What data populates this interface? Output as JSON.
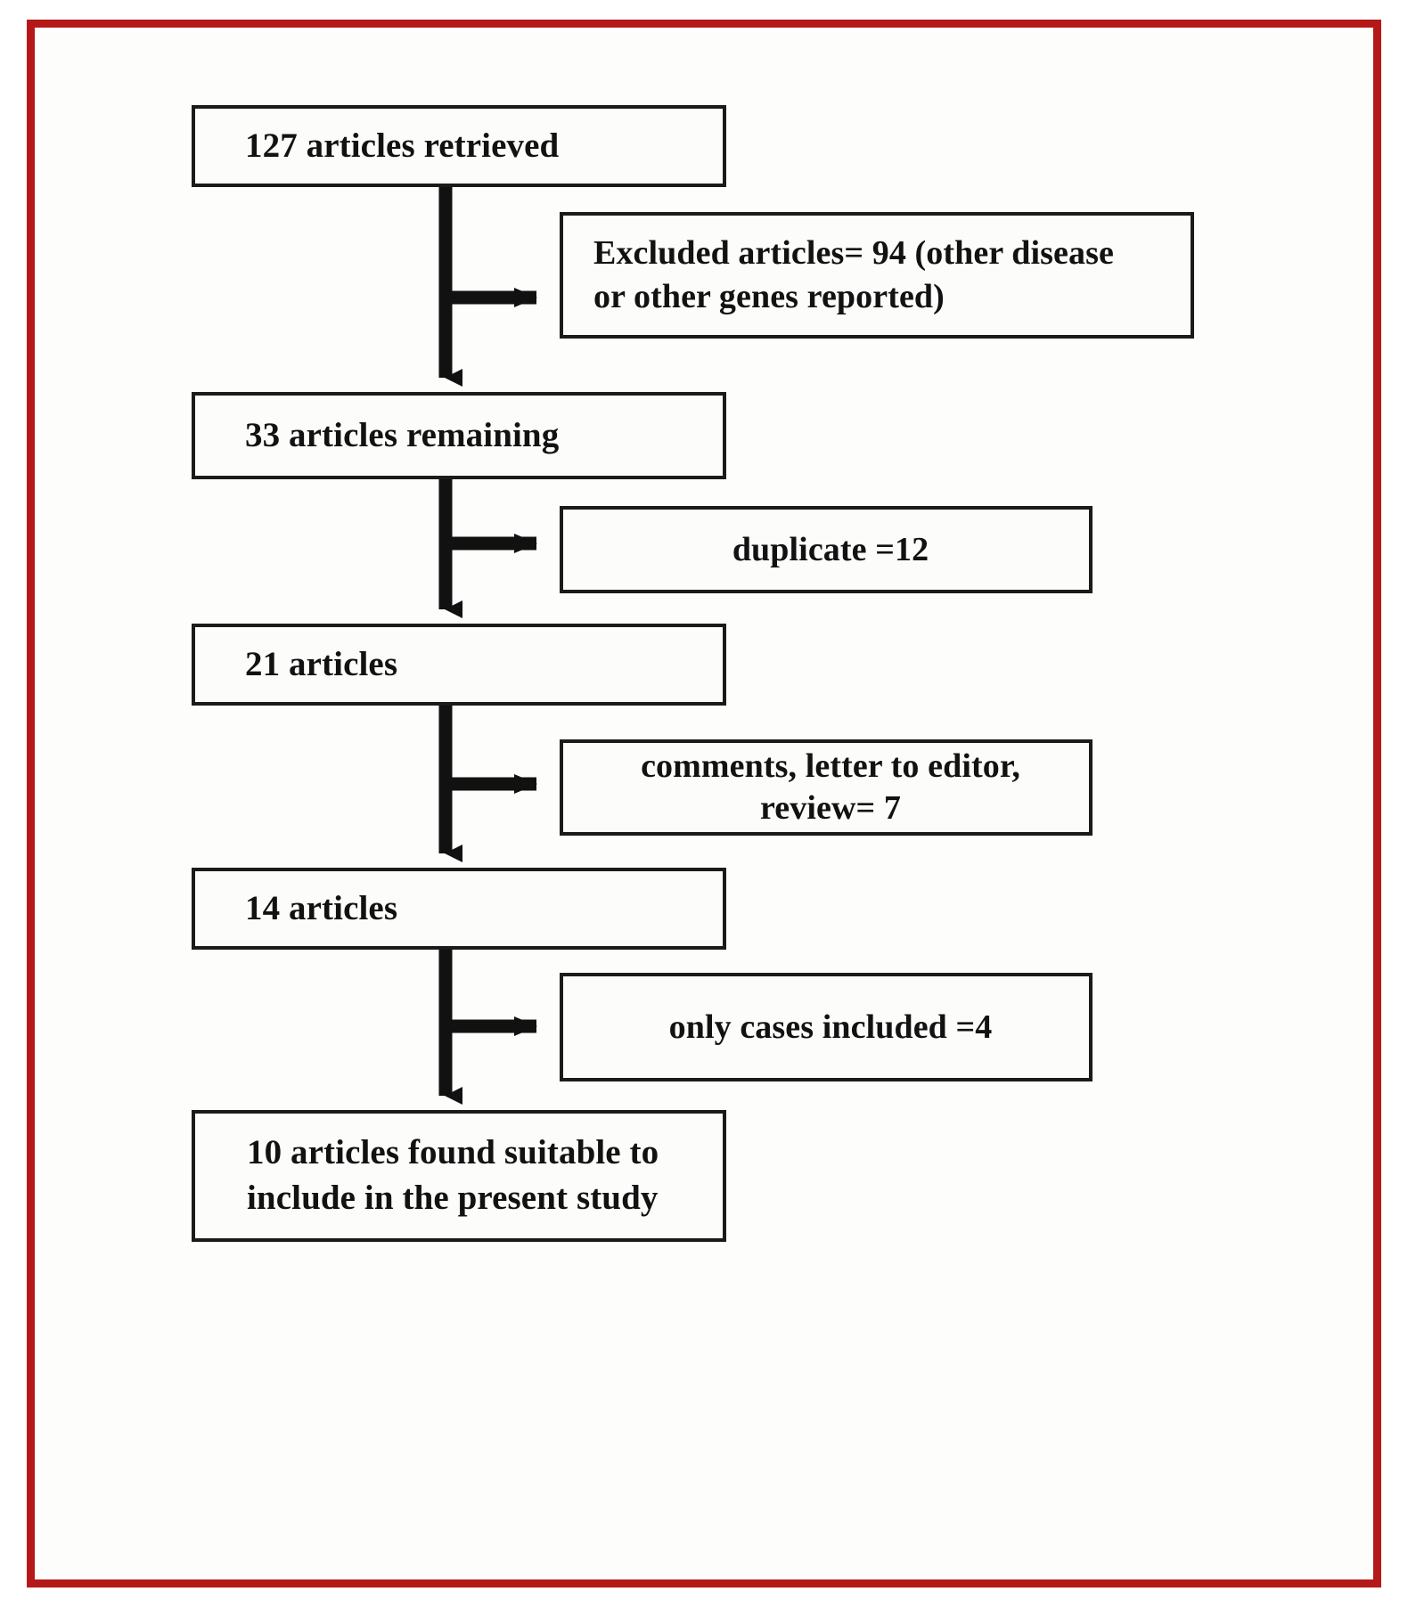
{
  "diagram": {
    "title": "Article selection flowchart",
    "frame_color": "#b51819",
    "box_border_color": "#1b1b1b",
    "arrow_color": "#111111",
    "main_flow": [
      {
        "id": "retrieved",
        "label": "127 articles retrieved"
      },
      {
        "id": "remaining33",
        "label": "33 articles remaining"
      },
      {
        "id": "articles21",
        "label": "21 articles"
      },
      {
        "id": "articles14",
        "label": "14 articles"
      },
      {
        "id": "final",
        "label": "10 articles found suitable to\ninclude in the present study"
      }
    ],
    "exclusions": [
      {
        "id": "excluded",
        "label": "Excluded  articles= 94 (other disease\nor other genes reported)"
      },
      {
        "id": "duplicate",
        "label": "duplicate =12"
      },
      {
        "id": "comments",
        "label": "comments, letter to editor,\nreview= 7"
      },
      {
        "id": "onlycases",
        "label": "only cases included =4"
      }
    ]
  },
  "chart_data": {
    "type": "flowchart",
    "title": "Article selection flowchart",
    "nodes": [
      {
        "id": "retrieved",
        "text": "127 articles retrieved",
        "count": 127,
        "kind": "stage"
      },
      {
        "id": "excluded",
        "text": "Excluded  articles= 94 (other disease or other genes reported)",
        "count": 94,
        "kind": "exclusion"
      },
      {
        "id": "remaining33",
        "text": "33 articles remaining",
        "count": 33,
        "kind": "stage"
      },
      {
        "id": "duplicate",
        "text": "duplicate =12",
        "count": 12,
        "kind": "exclusion"
      },
      {
        "id": "articles21",
        "text": "21 articles",
        "count": 21,
        "kind": "stage"
      },
      {
        "id": "comments",
        "text": "comments, letter to editor, review= 7",
        "count": 7,
        "kind": "exclusion"
      },
      {
        "id": "articles14",
        "text": "14 articles",
        "count": 14,
        "kind": "stage"
      },
      {
        "id": "onlycases",
        "text": "only cases included =4",
        "count": 4,
        "kind": "exclusion"
      },
      {
        "id": "final",
        "text": "10 articles found suitable to include in the present study",
        "count": 10,
        "kind": "stage"
      }
    ],
    "edges": [
      {
        "from": "retrieved",
        "to": "excluded",
        "direction": "right"
      },
      {
        "from": "retrieved",
        "to": "remaining33",
        "direction": "down"
      },
      {
        "from": "remaining33",
        "to": "duplicate",
        "direction": "right"
      },
      {
        "from": "remaining33",
        "to": "articles21",
        "direction": "down"
      },
      {
        "from": "articles21",
        "to": "comments",
        "direction": "right"
      },
      {
        "from": "articles21",
        "to": "articles14",
        "direction": "down"
      },
      {
        "from": "articles14",
        "to": "onlycases",
        "direction": "right"
      },
      {
        "from": "articles14",
        "to": "final",
        "direction": "down"
      }
    ]
  }
}
